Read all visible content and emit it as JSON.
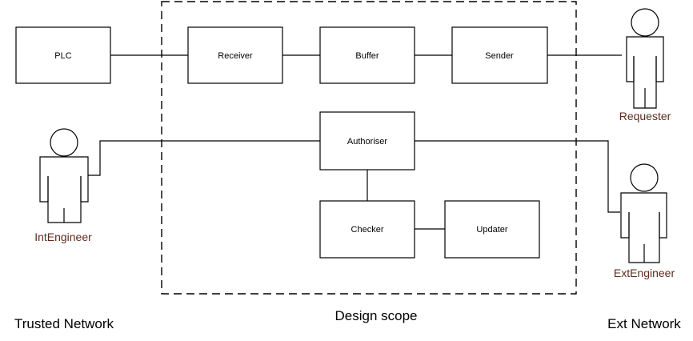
{
  "components": {
    "plc": "PLC",
    "receiver": "Receiver",
    "buffer": "Buffer",
    "sender": "Sender",
    "authoriser": "Authoriser",
    "checker": "Checker",
    "updater": "Updater"
  },
  "actors": {
    "requester": "Requester",
    "int_engineer": "IntEngineer",
    "ext_engineer": "ExtEngineer"
  },
  "zones": {
    "trusted": "Trusted Network",
    "design_scope": "Design scope",
    "external": "Ext Network"
  },
  "colors": {
    "actor_label": "#5b2d1f",
    "stroke": "#000000"
  }
}
